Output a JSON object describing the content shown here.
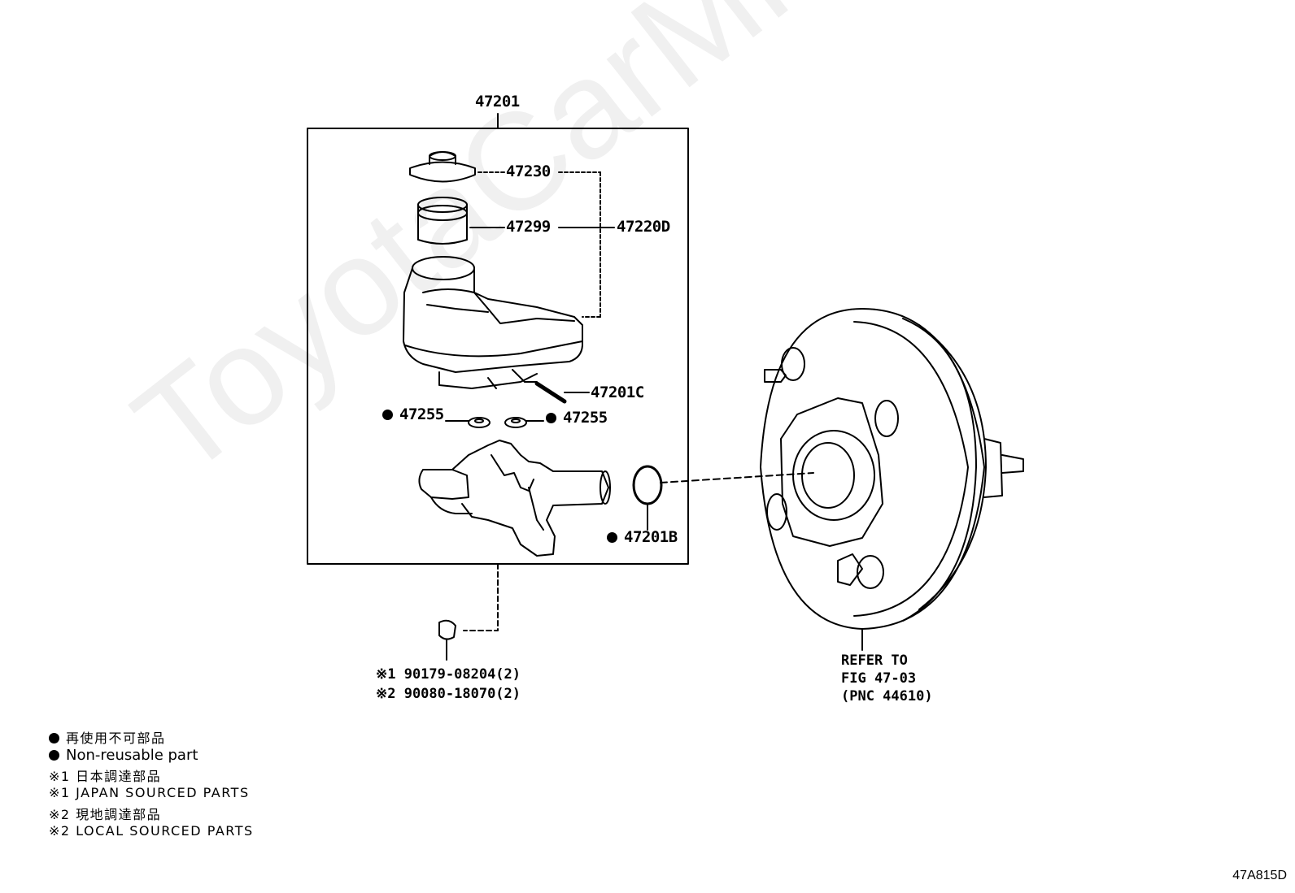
{
  "watermark": "ToyotaCarMine.ru",
  "figure_id": "47A815D",
  "labels": {
    "assembly": "47201",
    "cap": "47230",
    "strainer": "47299",
    "reservoir_set": "47220D",
    "pin": "47201C",
    "grommet_left": "47255",
    "grommet_right": "47255",
    "oring": "47201B"
  },
  "refer": {
    "line1": "REFER TO",
    "line2": "FIG 47-03",
    "line3": "(PNC 44610)"
  },
  "notes": {
    "line1": "※1 90179-08204(2)",
    "line2": "※2 90080-18070(2)"
  },
  "legend": {
    "jp_nonreusable": "再使用不可部品",
    "en_nonreusable": "Non-reusable part",
    "jp_japan": "※1 日本調達部品",
    "en_japan": "※1 JAPAN SOURCED PARTS",
    "jp_local": "※2 現地調達部品",
    "en_local": "※2 LOCAL SOURCED PARTS"
  }
}
